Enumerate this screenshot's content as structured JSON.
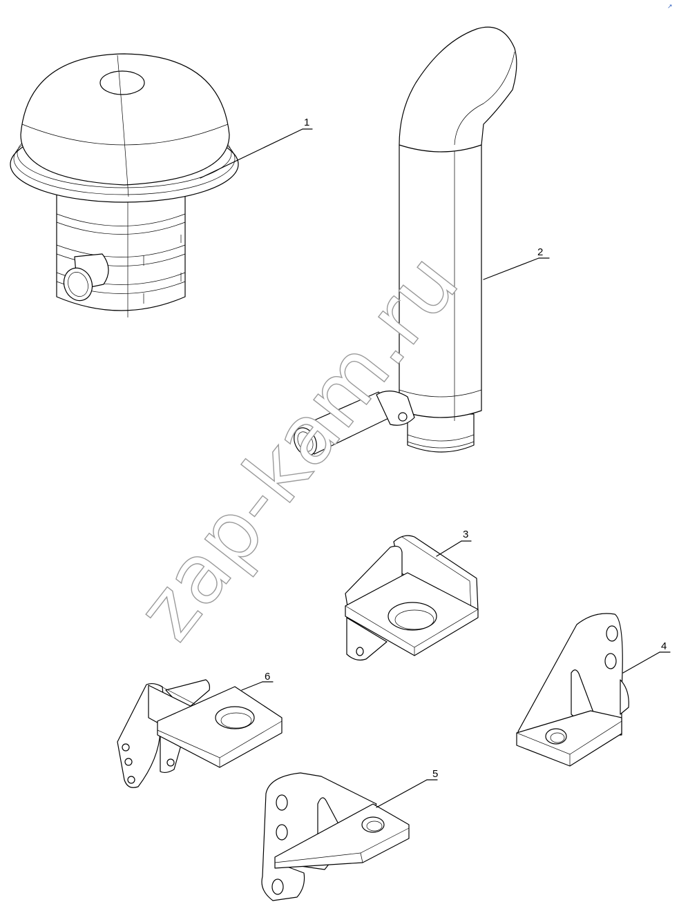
{
  "watermark": "zap-kam.ru",
  "corner_mark": "↗",
  "parts": [
    {
      "number": "1",
      "name": "air-filter"
    },
    {
      "number": "2",
      "name": "air-intake-pipe"
    },
    {
      "number": "3",
      "name": "bracket-3"
    },
    {
      "number": "4",
      "name": "bracket-4"
    },
    {
      "number": "5",
      "name": "bracket-5"
    },
    {
      "number": "6",
      "name": "bracket-6"
    }
  ]
}
